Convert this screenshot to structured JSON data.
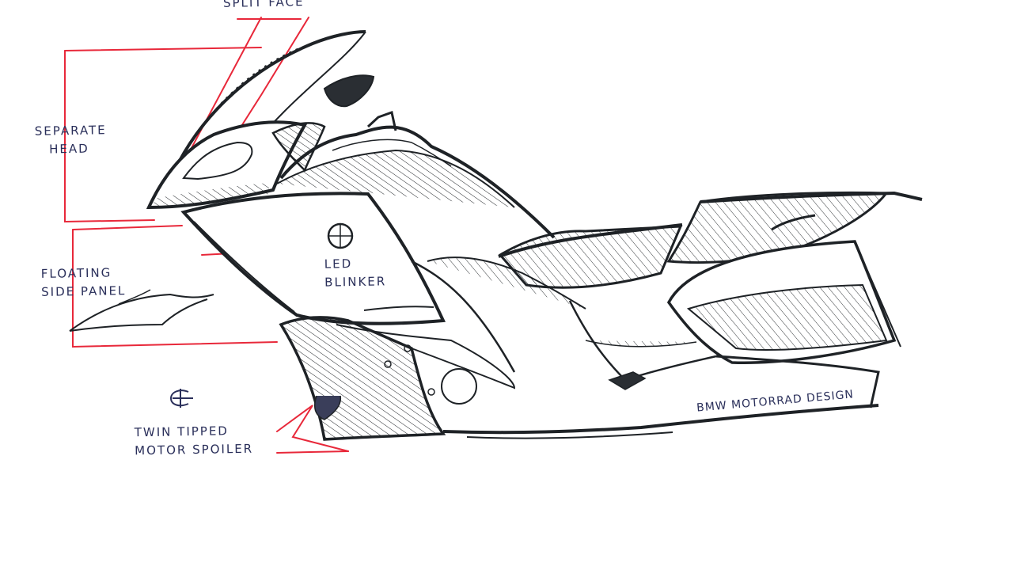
{
  "labels": {
    "split_face": "SPLIT FACE",
    "separate_head": [
      "SEPARATE",
      "HEAD"
    ],
    "floating_side_panel": [
      "FLOATING",
      "SIDE PANEL"
    ],
    "led_blinker": [
      "LED",
      "BLINKER"
    ],
    "twin_tipped_motor_spoiler": [
      "TWIN TIPPED",
      "MOTOR SPOILER"
    ],
    "signature": "BMW MOTORRAD DESIGN"
  },
  "colors": {
    "ink": "#1e2226",
    "label_ink": "#2a2f5a",
    "annotation_red": "#e8283a",
    "paper": "#ffffff"
  },
  "icons": [
    "bmw-roundel-icon",
    "designer-monogram-icon"
  ]
}
